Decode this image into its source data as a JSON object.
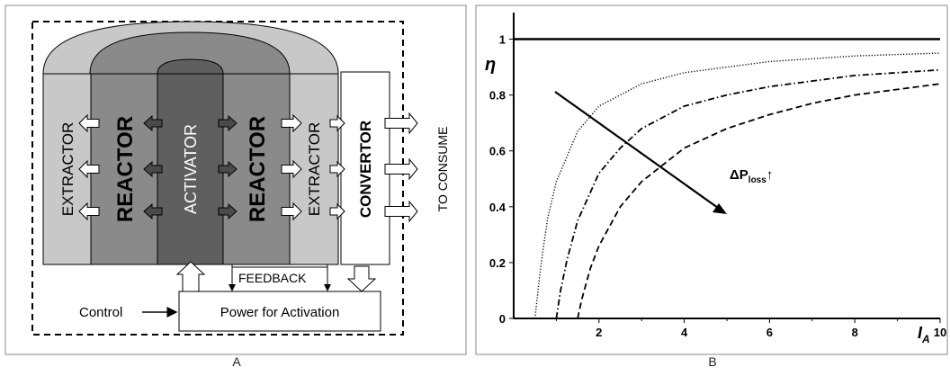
{
  "panel_a": {
    "caption": "A",
    "labels": {
      "extractor_left": "EXTRACTOR",
      "reactor_left": "REACTOR",
      "activator": "ACTIVATOR",
      "reactor_right": "REACTOR",
      "extractor_right": "EXTRACTOR",
      "convertor": "CONVERTOR",
      "to_consume": "TO CONSUME",
      "feedback": "FEEDBACK",
      "control": "Control",
      "power": "Power for Activation"
    }
  },
  "panel_b": {
    "caption": "B",
    "ylabel": "η",
    "xlabel": "I",
    "xlabel_sub": "A",
    "annotation_main": "ΔP",
    "annotation_sub": "loss",
    "annotation_arrow": "↑",
    "x_ticks": [
      "2",
      "4",
      "6",
      "8",
      "10"
    ],
    "y_ticks": [
      "0",
      "0.2",
      "0.4",
      "0.6",
      "0.8",
      "1"
    ]
  },
  "chart_data": {
    "type": "line",
    "title": "",
    "xlabel": "I_A",
    "ylabel": "η",
    "xlim": [
      0,
      10
    ],
    "ylim": [
      0,
      1.05
    ],
    "grid": false,
    "series": [
      {
        "style": "solid",
        "x": [
          0,
          10
        ],
        "y": [
          1.0,
          1.0
        ]
      },
      {
        "style": "dotted",
        "x": [
          0.5,
          0.6,
          0.7,
          0.8,
          1.0,
          1.5,
          2,
          3,
          4,
          5,
          6,
          7,
          8,
          9,
          10
        ],
        "y": [
          0.0,
          0.14,
          0.26,
          0.36,
          0.49,
          0.67,
          0.76,
          0.84,
          0.88,
          0.9,
          0.92,
          0.93,
          0.94,
          0.945,
          0.95
        ]
      },
      {
        "style": "dash-dot",
        "x": [
          1.0,
          1.1,
          1.25,
          1.5,
          2,
          2.5,
          3,
          4,
          5,
          6,
          7,
          8,
          9,
          10
        ],
        "y": [
          0.0,
          0.1,
          0.21,
          0.35,
          0.52,
          0.61,
          0.68,
          0.76,
          0.8,
          0.83,
          0.85,
          0.87,
          0.88,
          0.89
        ]
      },
      {
        "style": "dashed",
        "x": [
          1.5,
          1.6,
          1.8,
          2,
          2.5,
          3,
          4,
          5,
          6,
          7,
          8,
          9,
          10
        ],
        "y": [
          0.0,
          0.07,
          0.18,
          0.26,
          0.4,
          0.49,
          0.61,
          0.68,
          0.73,
          0.77,
          0.8,
          0.82,
          0.84
        ]
      }
    ]
  }
}
